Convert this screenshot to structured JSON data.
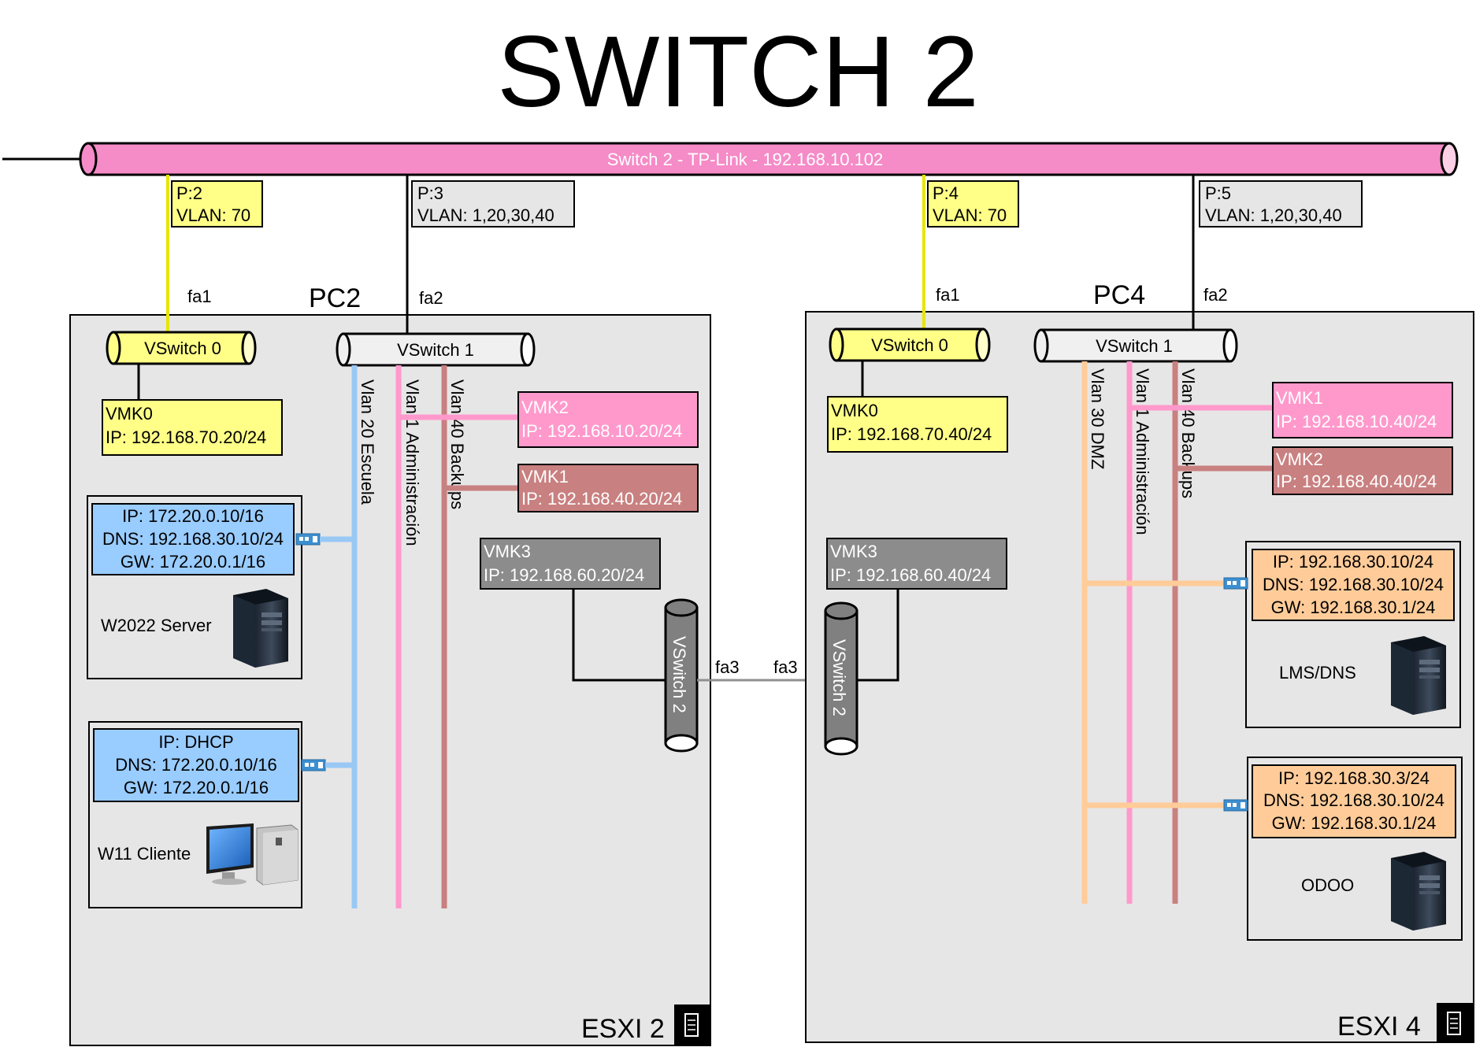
{
  "title": "SWITCH 2",
  "switch_bar": {
    "label": "Switch 2 - TP-Link - 192.168.10.102"
  },
  "ports": {
    "p2": {
      "port": "P:2",
      "vlan": "VLAN: 70"
    },
    "p3": {
      "port": "P:3",
      "vlan": "VLAN: 1,20,30,40"
    },
    "p4": {
      "port": "P:4",
      "vlan": "VLAN: 70"
    },
    "p5": {
      "port": "P:5",
      "vlan": "VLAN: 1,20,30,40"
    }
  },
  "hosts": {
    "esxi2": {
      "pc_label": "PC2",
      "host_label": "ESXI 2",
      "nic1": "fa1",
      "nic2": "fa2",
      "nic3": "fa3",
      "vswitch0": "VSwitch 0",
      "vswitch1": "VSwitch 1",
      "vswitch2": "VSwitch 2",
      "vmk0": {
        "name": "VMK0",
        "ip": "IP: 192.168.70.20/24"
      },
      "vmk2": {
        "name": "VMK2",
        "ip": "IP: 192.168.10.20/24"
      },
      "vmk1": {
        "name": "VMK1",
        "ip": "IP: 192.168.40.20/24"
      },
      "vmk3": {
        "name": "VMK3",
        "ip": "IP: 192.168.60.20/24"
      },
      "vlan_lines": [
        "Vlan 20 Escuela",
        "Vlan 1 Administración",
        "Vlan 40 Backups"
      ],
      "vm_server": {
        "ip": "IP:  172.20.0.10/16",
        "dns": "DNS: 192.168.30.10/24",
        "gw": "GW: 172.20.0.1/16",
        "name": "W2022 Server"
      },
      "vm_client": {
        "ip": "IP: DHCP",
        "dns": "DNS: 172.20.0.10/16",
        "gw": "GW: 172.20.0.1/16",
        "name": "W11 Cliente"
      }
    },
    "esxi4": {
      "pc_label": "PC4",
      "host_label": "ESXI 4",
      "nic1": "fa1",
      "nic2": "fa2",
      "nic3": "fa3",
      "vswitch0": "VSwitch 0",
      "vswitch1": "VSwitch 1",
      "vswitch2": "VSwitch 2",
      "vmk0": {
        "name": "VMK0",
        "ip": "IP: 192.168.70.40/24"
      },
      "vmk1": {
        "name": "VMK1",
        "ip": "IP: 192.168.10.40/24"
      },
      "vmk2": {
        "name": "VMK2",
        "ip": "IP: 192.168.40.40/24"
      },
      "vmk3": {
        "name": "VMK3",
        "ip": "IP: 192.168.60.40/24"
      },
      "vlan_lines": [
        "Vlan 30 DMZ",
        "Vlan 1 Administración",
        "Vlan 40 Backups"
      ],
      "vm_lms": {
        "ip": "IP:  192.168.30.10/24",
        "dns": "DNS: 192.168.30.10/24",
        "gw": "GW: 192.168.30.1/24",
        "name": "LMS/DNS"
      },
      "vm_odoo": {
        "ip": "IP: 192.168.30.3/24",
        "dns": "DNS: 192.168.30.10/24",
        "gw": "GW: 192.168.30.1/24",
        "name": "ODOO"
      }
    }
  },
  "colors": {
    "switch_pink": "#f58bc7",
    "yellow": "#ffff88",
    "gray_box": "#d9d9d9",
    "host_bg": "#e6e6e6",
    "vmk_pink": "#ff99cc",
    "vmk_rose": "#c98080",
    "vmk_gray": "#8c8c8c",
    "blue_box": "#99ccff",
    "orange_box": "#ffcc99",
    "line_yellow": "#e6e600",
    "line_blue": "#99c8f5",
    "line_pink": "#ff99cc",
    "line_rose": "#c98080",
    "line_orange": "#ffcc99"
  }
}
